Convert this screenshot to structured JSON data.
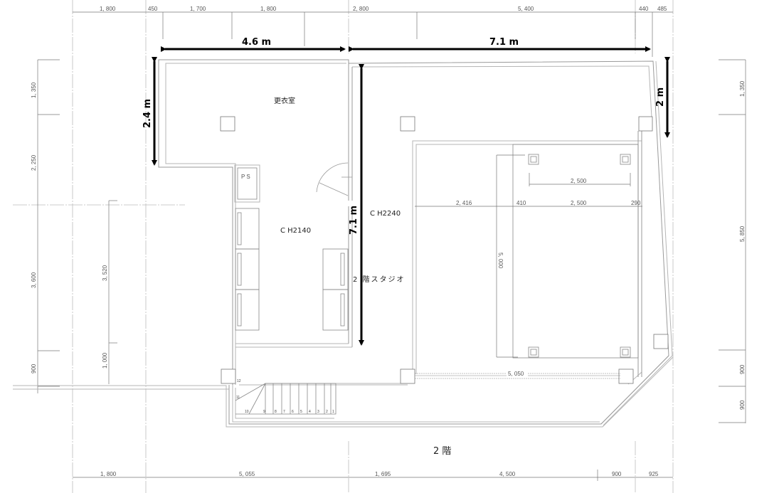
{
  "plan": {
    "floor_label": "2 階",
    "rooms": {
      "changing_room": "更衣室",
      "ps": "P S",
      "ceiling_left": "C H2140",
      "ceiling_right": "C H2240",
      "studio": "2 階スタジオ"
    },
    "measurements": {
      "top_left_width": "4.6 m",
      "top_right_width": "7.1 m",
      "left_height": "2.4 m",
      "center_height": "7.1 m",
      "right_height": "2 m"
    }
  },
  "dimensions": {
    "top": [
      "1, 800",
      "450",
      "1, 700",
      "1, 800",
      "2, 800",
      "5, 400",
      "440",
      "485"
    ],
    "bottom": [
      "1, 800",
      "5, 055",
      "1, 695",
      "4, 500",
      "900",
      "925"
    ],
    "left_outer": [
      "1, 350",
      "2, 250",
      "3, 600",
      "900"
    ],
    "left_inner": [
      "3, 520",
      "1, 000"
    ],
    "right": [
      "1, 350",
      "5, 850",
      "900",
      "900"
    ],
    "stage": {
      "top_span": "2, 500",
      "row": [
        "2, 416",
        "410",
        "2, 500",
        "290"
      ],
      "vertical": "5, 000",
      "bottom_span": "5, 050"
    }
  },
  "stairs": {
    "steps": [
      "1",
      "2",
      "3",
      "4",
      "5",
      "6",
      "7",
      "8",
      "9",
      "10",
      "11",
      "12"
    ]
  }
}
